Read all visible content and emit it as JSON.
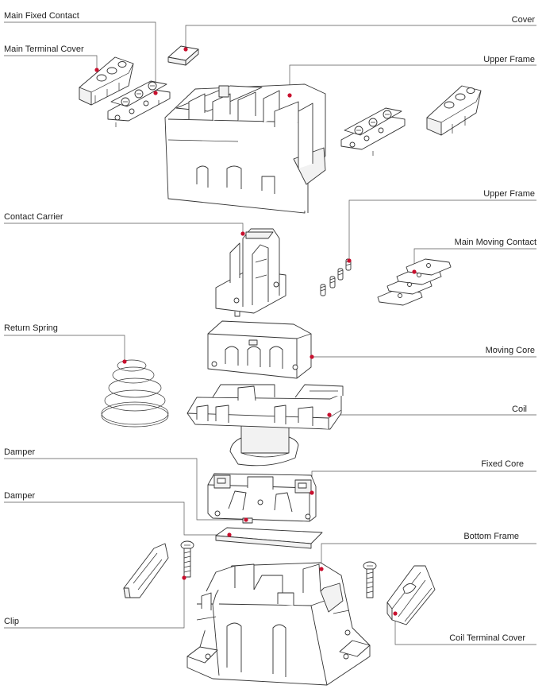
{
  "colors": {
    "leader_dot": "#c8102e",
    "line": "#555555",
    "outline": "#333333"
  },
  "labels": {
    "main_fixed_contact": "Main  Fixed Contact",
    "main_terminal_cover": "Main Terminal Cover",
    "cover": "Cover",
    "upper_frame_1": "Upper Frame",
    "upper_frame_2": "Upper Frame",
    "contact_carrier": "Contact Carrier",
    "main_moving_contact": "Main Moving Contact",
    "return_spring": "Return Spring",
    "moving_core": "Moving Core",
    "coil": "Coil",
    "damper_1": "Damper",
    "fixed_core": "Fixed Core",
    "damper_2": "Damper",
    "bottom_frame": "Bottom Frame",
    "clip": "Clip",
    "coil_terminal_cover": "Coil Terminal Cover"
  }
}
